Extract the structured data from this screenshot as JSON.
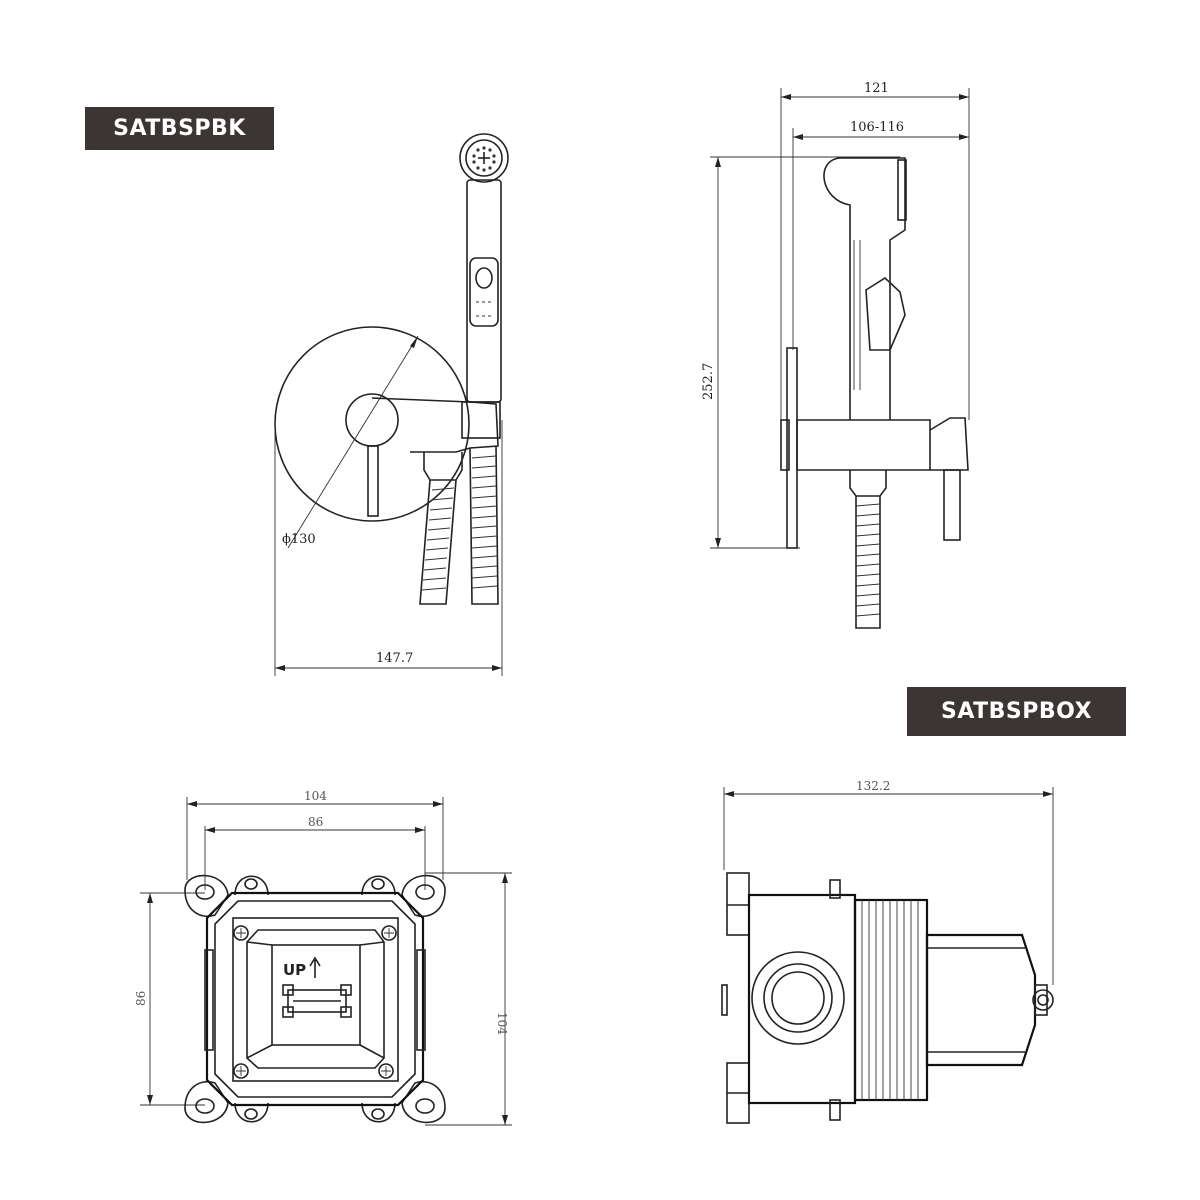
{
  "labels": {
    "model_top": "SATBSPBK",
    "model_box": "SATBSPBOX"
  },
  "dimensions": {
    "diameter": "ϕ130",
    "front_width": "147.7",
    "side_total_depth": "121",
    "side_adjustable_depth": "106-116",
    "side_height": "252.7",
    "box_width": "104",
    "box_hole_spacing_x": "86",
    "box_hole_spacing_y": "86",
    "box_height": "104",
    "box_side_depth": "132.2"
  },
  "annotations": {
    "up_arrow": "UP"
  }
}
